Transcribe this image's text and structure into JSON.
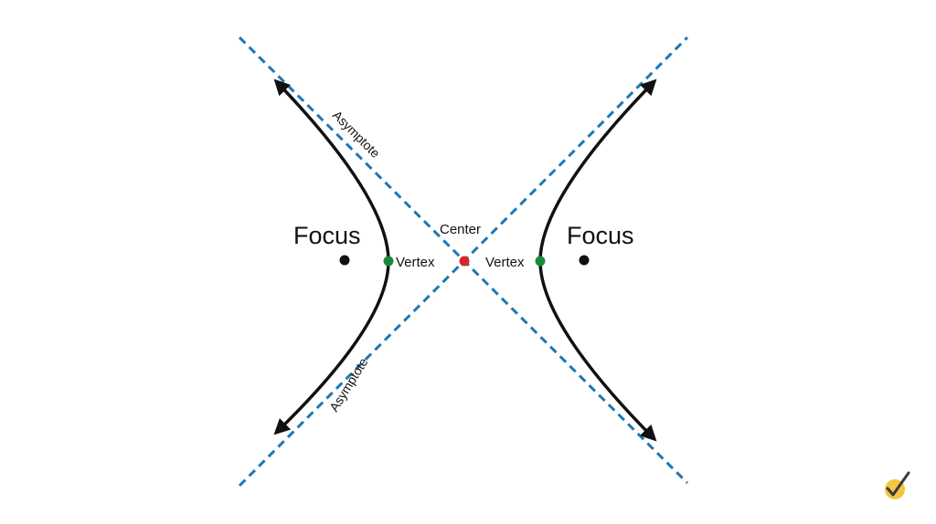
{
  "labels": {
    "focus_left": "Focus",
    "focus_right": "Focus",
    "center": "Center",
    "vertex_left": "Vertex",
    "vertex_right": "Vertex",
    "asymptote_upper": "Asymptote",
    "asymptote_lower": "Asymptote"
  },
  "colors": {
    "background": "#ffffff",
    "curve": "#111111",
    "asymptote": "#1f77b4",
    "center_point": "#d62728",
    "vertex_point": "#1a8a3a",
    "focus_point": "#111111",
    "badge_fill": "#f5c542",
    "badge_check": "#3a3a3a"
  },
  "icons": {
    "badge": "checkmark-badge-icon"
  }
}
